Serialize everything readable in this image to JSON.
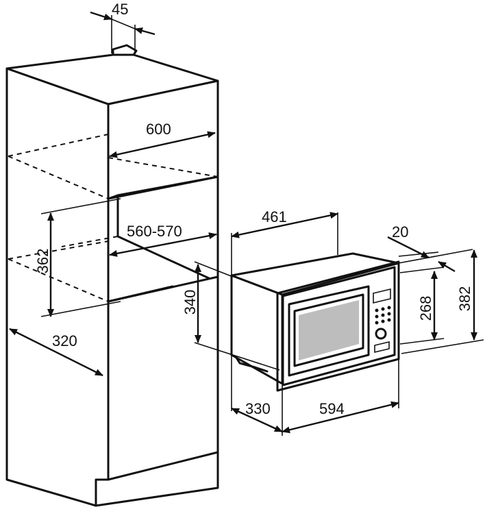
{
  "diagram": {
    "colors": {
      "stroke": "#111111",
      "background": "#ffffff",
      "panel": "#e6e6e6",
      "window": "#9c9c9c",
      "window_inner": "#bdbdbd"
    },
    "dimensions": {
      "d45": "45",
      "d600": "600",
      "d560_570": "560-570",
      "d362": "362",
      "d340": "340",
      "d320": "320",
      "d461": "461",
      "d20": "20",
      "d268": "268",
      "d382": "382",
      "d330": "330",
      "d594": "594"
    }
  }
}
